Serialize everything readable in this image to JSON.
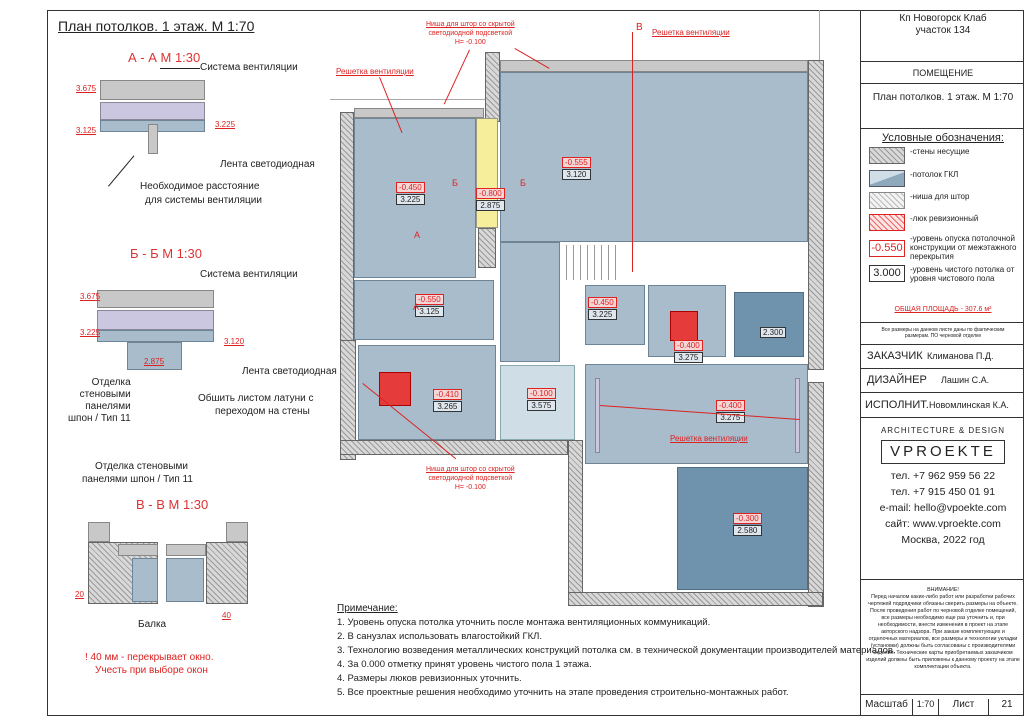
{
  "title": "План потолков. 1 этаж. М 1:70",
  "sections": {
    "aa": {
      "title": "А - А  М 1:30",
      "vent": "Система вентиляции",
      "led": "Лента светодиодная",
      "distance1": "Необходимое расстояние",
      "distance2": "для системы вентиляции",
      "marks": [
        "3.675",
        "3.125",
        "3.225"
      ]
    },
    "bb": {
      "title": "Б - Б  М 1:30",
      "vent": "Система вентиляции",
      "led": "Лента светодиодная",
      "finish": [
        "Отделка",
        "стеновыми",
        "панелями",
        "шпон / Тип 11"
      ],
      "brass1": "Обшить листом латуни с",
      "brass2": "переходом на стены",
      "marks": [
        "3.675",
        "3.225",
        "3.120",
        "2.875"
      ]
    },
    "vv": {
      "title": "В - В  М 1:30",
      "finish1": "Отделка стеновыми",
      "finish2": "панелями шпон / Тип 11",
      "beam": "Балка",
      "warn1": "! 40 мм - перекрывает окно.",
      "warn2": "Учесть при выборе окон",
      "marks": [
        "20",
        "40"
      ]
    }
  },
  "plan": {
    "callouts": {
      "niche_top": [
        "Ниша для штор со скрытой",
        "светодиодной подсветкой",
        "H= -0.100"
      ],
      "vent_left": "Решетка вентиляции",
      "vent_right": "Решетка вентиляции",
      "vent_mid": "Решетка вентиляции",
      "niche_bottom": [
        "Ниша для штор со скрытой",
        "светодиодной подсветкой",
        "H= -0.100"
      ],
      "cut_v": "В",
      "cut_a": "А",
      "cut_b": "Б"
    },
    "rooms": [
      {
        "level": "-0.450",
        "height": "3.225"
      },
      {
        "level": "-0.800",
        "height": "2.875"
      },
      {
        "level": "-0.555",
        "height": "3.120"
      },
      {
        "level": "-0.550",
        "height": "3.125"
      },
      {
        "level": "-0.450",
        "height": "3.225"
      },
      {
        "level": "-0.400",
        "height": "3.275"
      },
      {
        "level": "",
        "height": "2.300"
      },
      {
        "level": "-0.410",
        "height": "3.265"
      },
      {
        "level": "-0.100",
        "height": "3.575"
      },
      {
        "level": "-0.400",
        "height": "3.275"
      },
      {
        "level": "-0.300",
        "height": "2.580"
      }
    ]
  },
  "notes": {
    "heading": "Примечание:",
    "items": [
      "1.   Уровень опуска потолка уточнить после монтажа вентиляционных коммуникаций.",
      "2.   В санузлах использовать влагостойкий ГКЛ.",
      "3.   Технологию возведения металлических конструкций потолка см. в технической документации производителей материалов.",
      "4.   За 0.000 отметку принят уровень чистого пола 1 этажа.",
      "4.   Размеры люков ревизионных уточнить.",
      "5.   Все проектные решения необходимо уточнить на этапе проведения строительно-монтажных работ."
    ]
  },
  "sidebar": {
    "project1": "Кп Новогорск Клаб",
    "project2": "участок 134",
    "room_label": "ПОМЕЩЕНИЕ",
    "sheet_title": "План потолков. 1 этаж. М 1:70",
    "legend_title": "Условные обозначения:",
    "legend": [
      "-стены несущие",
      "-потолок ГКЛ",
      "-ниша для штор",
      "-люк ревизионный",
      "-уровень опуска потолочной конструкции от межэтажного перекрытия",
      "-уровень чистого потолка от уровня чистового пола"
    ],
    "legend_level": "-0.550",
    "legend_height": "3.000",
    "area": "ОБЩАЯ ПЛОЩАДЬ - 307.6 м²",
    "dims_note": "Все размеры на данном листе даны по фактическим размерам. ПО черновой отделке",
    "customer_label": "ЗАКАЗЧИК",
    "customer": "Климанова П.Д.",
    "designer_label": "ДИЗАЙНЕР",
    "designer": "Лашин С.А.",
    "executor_label": "ИСПОЛНИТ.",
    "executor": "Новомлинская К.А.",
    "studio": "ARCHITECTURE & DESIGN",
    "logo": "VPROEKTE",
    "phone1": "тел. +7 962 959 56 22",
    "phone2": "тел. +7 915 450 01 91",
    "email": "e-mail: hello@vpoekte.com",
    "site": "сайт: www.vproekte.com",
    "city": "Москва, 2022 год",
    "warning_title": "ВНИМАНИЕ!",
    "warning": "Перед началом каких-либо работ или разработки рабочих чертежей подрядчики обязаны сверить размеры на объекте. После проведения работ по черновой отделке помещений, все размеры необходимо еще раз уточнить и, при необходимости, внести изменения в проект на этапе авторского надзора. При заказе комплектующих и отделочных материалов, все размеры и технологии укладки (установки) должны быть согласованы с производителями изделия. Технические карты приобретаемых заказчиком изделий должны быть приложены к данному проекту на этапе комплектации объекта.",
    "scale_label": "Масштаб",
    "scale": "1:70",
    "sheet_label": "Лист",
    "sheet": "21"
  }
}
